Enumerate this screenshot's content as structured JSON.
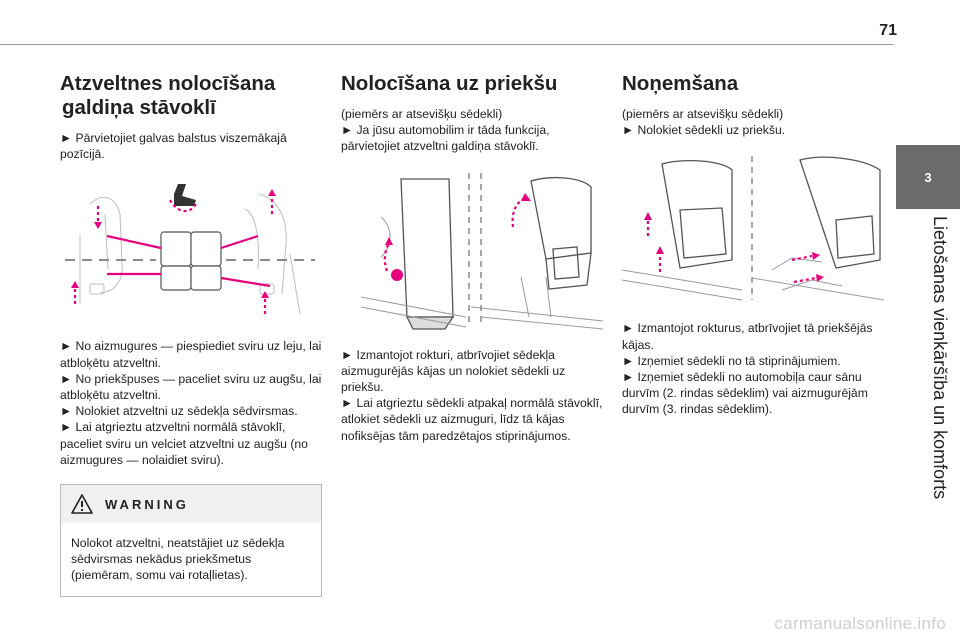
{
  "page": {
    "number": "71"
  },
  "side_tab": {
    "chapter": "3",
    "title": "Lietošanas vienkāršība un komforts"
  },
  "col1": {
    "title_line1": "Atzveltnes nolocīšana",
    "title_line2": "galdiņa stāvoklī",
    "intro": "► Pārvietojiet galvas balstus viszemākajā pozīcijā.",
    "steps": [
      "► No aizmugures — piespiediet sviru uz leju, lai atbloķētu atzveltni.",
      "► No priekšpuses — paceliet sviru uz augšu, lai atbloķētu atzveltni.",
      "► Nolokiet atzveltni uz sēdekļa sēdvirsmas.",
      "► Lai atgrieztu atzveltni normālā stāvoklī, paceliet sviru un velciet atzveltni uz augšu (no aizmugures — nolaidiet sviru)."
    ],
    "warning": {
      "title": "WARNING",
      "text": "Nolokot atzveltni, neatstājiet uz sēdekļa sēdvirsmas nekādus priekšmetus (piemēram, somu vai rotaļlietas)."
    }
  },
  "col2": {
    "title": "Nolocīšana uz priekšu",
    "intro": "(piemērs ar atsevišķu sēdekli)\n► Ja jūsu automobilim ir tāda funkcija, pārvietojiet atzveltni galdiņa stāvoklī.",
    "steps": [
      "► Izmantojot rokturi, atbrīvojiet sēdekļa aizmugurējās kājas un nolokiet sēdekli uz priekšu.",
      "► Lai atgrieztu sēdekli atpakaļ normālā stāvoklī, atlokiet sēdekli uz aizmuguri, līdz tā kājas nofiksējas tām paredzētajos stiprinājumos."
    ]
  },
  "col3": {
    "title": "Noņemšana",
    "intro": "(piemērs ar atsevišķu sēdekli)\n► Nolokiet sēdekli uz priekšu.",
    "steps": [
      "► Izmantojot rokturus, atbrīvojiet tā priekšējās kājas.",
      "► Izņemiet sēdekli no tā stiprinājumiem.",
      "► Izņemiet sēdekli no automobiļa caur sānu durvīm (2. rindas sēdeklim) vai aizmugurējām durvīm (3. rindas sēdeklim)."
    ]
  },
  "watermark": {
    "text": "carmanualsonline.info"
  },
  "colors": {
    "accent": "#e6007e",
    "tab_bg": "#6b6b6b",
    "warn_bg": "#f0f0f0"
  }
}
